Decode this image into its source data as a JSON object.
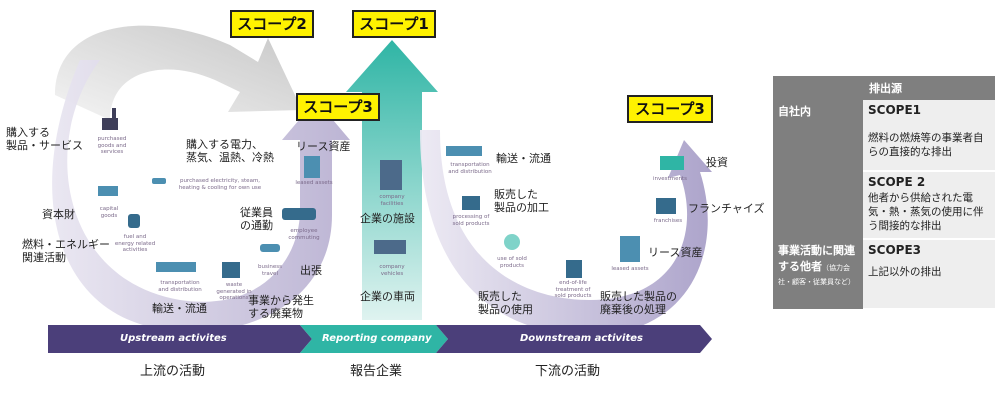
{
  "scopes": {
    "scope2": "スコープ2",
    "scope1": "スコープ1",
    "scope3_upstream": "スコープ3",
    "scope3_downstream": "スコープ3"
  },
  "upstream": {
    "purchased_goods_jp": "購入する\n製品・サービス",
    "purchased_goods_en": "purchased\ngoods and\nservices",
    "electricity_jp": "購入する電力、\n蒸気、温熱、冷熱",
    "electricity_en": "purchased electricity, steam,\nheating & cooling for own use",
    "capital_goods_jp": "資本財",
    "capital_goods_en": "capital\ngoods",
    "fuel_energy_jp": "燃料・エネルギー\n関連活動",
    "fuel_energy_en": "fuel and\nenergy related\nactivities",
    "transport_jp": "輸送・流通",
    "transport_en": "transportation\nand distribution",
    "waste_jp": "事業から発生\nする廃棄物",
    "waste_en": "waste\ngenerated in\noperations",
    "travel_jp": "出張",
    "travel_en": "business\ntravel",
    "commuting_jp": "従業員\nの通勤",
    "commuting_en": "employee\ncommuting",
    "leased_jp": "リース資産",
    "leased_en": "leased assets"
  },
  "company": {
    "facilities_jp": "企業の施設",
    "facilities_en": "company\nfacilities",
    "vehicles_jp": "企業の車両",
    "vehicles_en": "company\nvehicles"
  },
  "downstream": {
    "transport_jp": "輸送・流通",
    "transport_en": "transportation\nand distribution",
    "processing_jp": "販売した\n製品の加工",
    "processing_en": "processing of\nsold products",
    "use_jp": "販売した\n製品の使用",
    "use_en": "use of sold\nproducts",
    "eol_jp": "販売した製品の\n廃棄後の処理",
    "eol_en": "end-of-life\ntreatment of\nsold products",
    "leased_jp": "リース資産",
    "leased_en": "leased assets",
    "franchise_jp": "フランチャイズ",
    "franchise_en": "franchises",
    "investment_jp": "投資",
    "investment_en": "investments"
  },
  "bar": {
    "upstream": "Upstream activites",
    "reporting": "Reporting company",
    "downstream": "Downstream activites"
  },
  "bottom": {
    "upstream": "上流の活動",
    "reporting": "報告企業",
    "downstream": "下流の活動"
  },
  "table": {
    "header": "排出源",
    "row1_head": "自社内",
    "scope1_title": "SCOPE1",
    "scope1_desc": "燃料の燃焼等の事業者自らの直接的な排出",
    "scope2_title": "SCOPE 2",
    "scope2_desc": "他者から供給された電気・熱・蒸気の使用に伴う間接的な排出",
    "row2_head": "事業活動に関連する他者",
    "row2_head_note": "（協力会社・顧客・従業員など）",
    "scope3_title": "SCOPE3",
    "scope3_desc": "上記以外の排出"
  },
  "colors": {
    "scope_yellow": "#fff200",
    "upstream_arc": "#c9c3dc",
    "scope2_arrow": "#d9d9d9",
    "scope1_arrow": "#34b6a8",
    "bar_purple": "#4b3f7a",
    "bar_teal": "#2fb5a5"
  }
}
